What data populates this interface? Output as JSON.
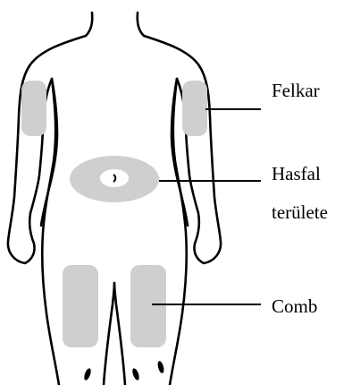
{
  "labels": {
    "upper_arm": "Felkar",
    "abdomen_line1": "Hasfal",
    "abdomen_line2": "területe",
    "thigh": "Comb"
  },
  "colors": {
    "outline": "#000000",
    "zone_fill": "#cfcfcf",
    "background": "#ffffff"
  }
}
